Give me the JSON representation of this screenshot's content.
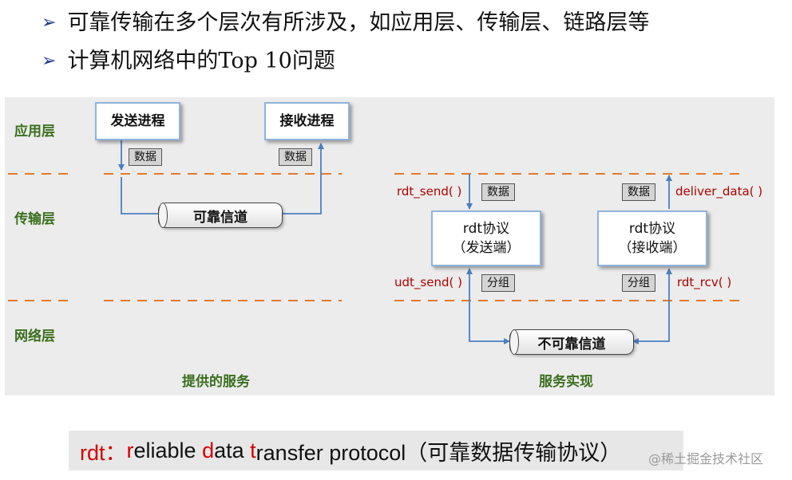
{
  "bullets": [
    "可靠传输在多个层次有所涉及，如应用层、传输层、链路层等",
    "计算机网络中的Top 10问题"
  ],
  "layers": [
    "应用层",
    "传输层",
    "网络层"
  ],
  "left_diagram": {
    "send_process": "发送进程",
    "recv_process": "接收进程",
    "data_tag_left": "数据",
    "data_tag_right": "数据",
    "channel": "可靠信道",
    "caption": "提供的服务"
  },
  "right_diagram": {
    "rdt_send": "rdt_send( )",
    "deliver_data": "deliver_data( )",
    "udt_send": "udt_send( )",
    "rdt_rcv": "rdt_rcv( )",
    "data_tag_send": "数据",
    "data_tag_recv": "数据",
    "packet_tag_send": "分组",
    "packet_tag_recv": "分组",
    "sender_line1": "rdt协议",
    "sender_line2": "（发送端）",
    "receiver_line1": "rdt协议",
    "receiver_line2": "（接收端）",
    "channel": "不可靠信道",
    "caption": "服务实现"
  },
  "definition": {
    "prefix": "rdt：",
    "r": "r",
    "w1": "eliable ",
    "d": "d",
    "w2": "ata ",
    "t": "t",
    "w3": "ransfer protocol（可靠数据传输协议）"
  },
  "watermark": "@稀土掘金技术社区",
  "colors": {
    "arrow": "#4a7fc1",
    "dash": "#e27a2e",
    "function": "#b00000",
    "layer_label": "#3a6f1e"
  }
}
